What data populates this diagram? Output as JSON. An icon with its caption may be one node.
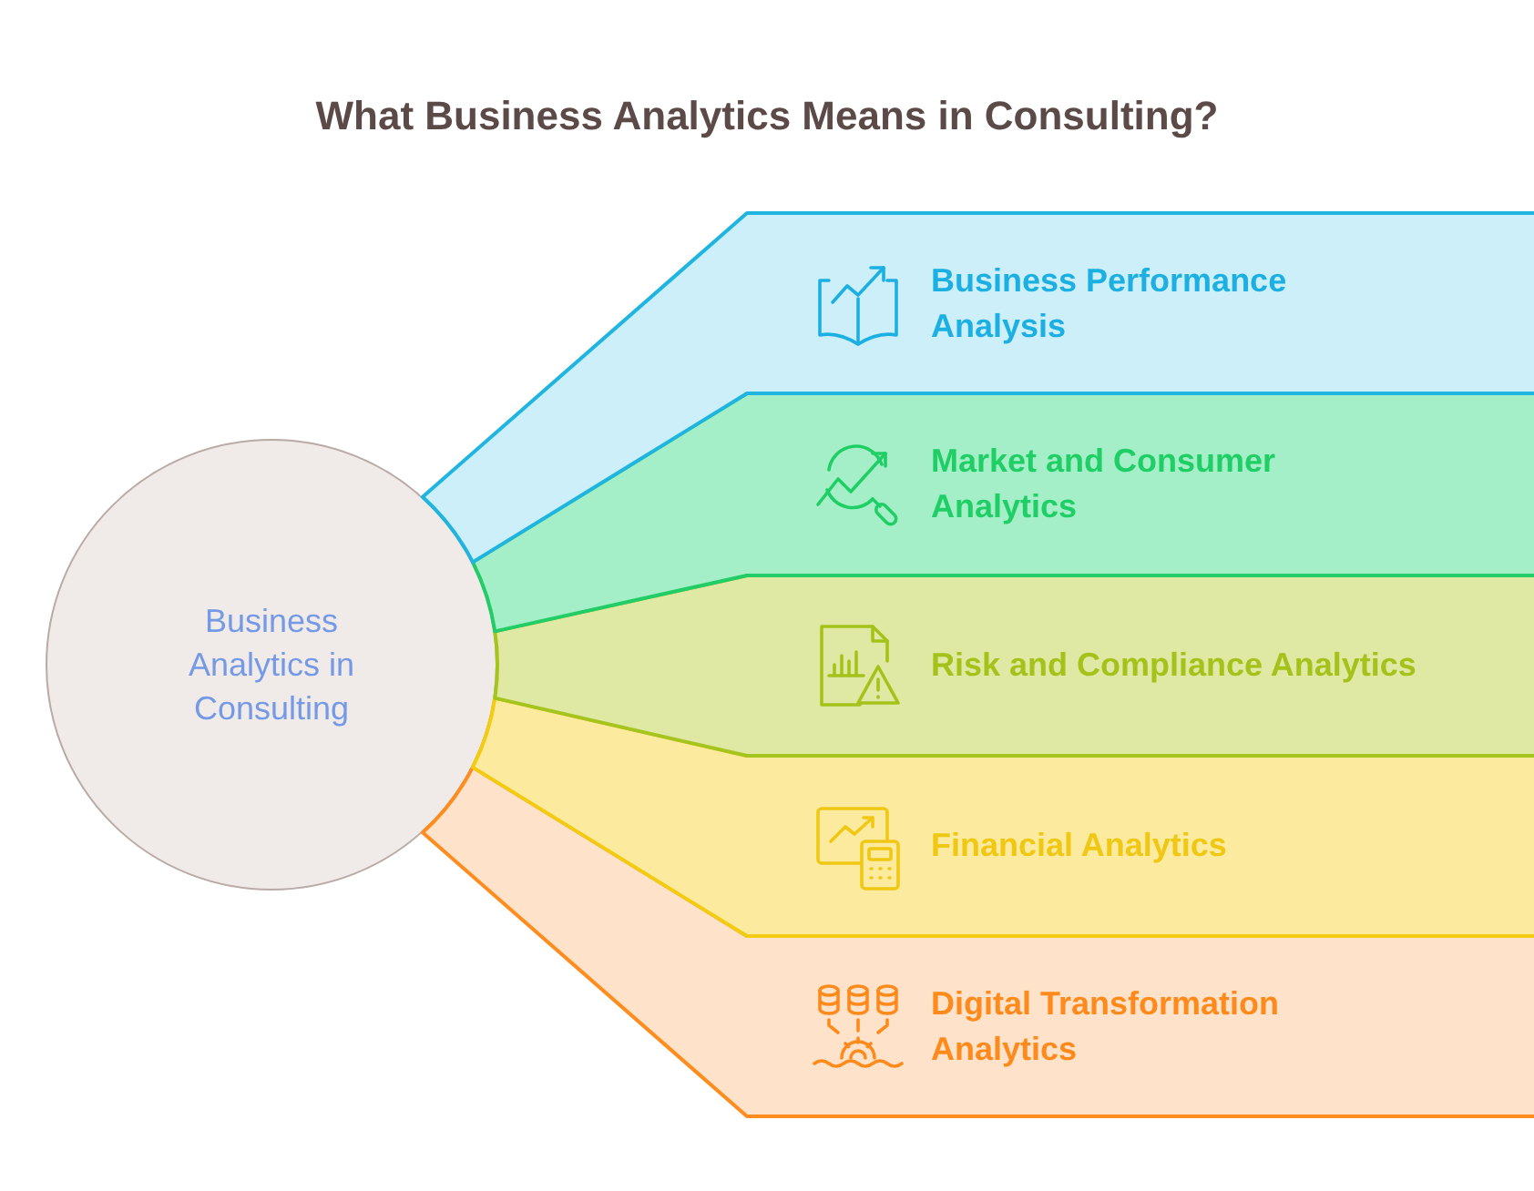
{
  "diagram": {
    "title": "What Business Analytics Means in Consulting?",
    "nodes": [
      {
        "text": [
          "Business Analytics in Consulting"
        ]
      },
      {
        "text": [
          "Business Performance Analysis"
        ]
      },
      {
        "text": [
          "Market and Consumer Analytics"
        ]
      },
      {
        "text": [
          "Risk and Compliance Analytics"
        ]
      },
      {
        "text": [
          "Financial Analytics"
        ]
      },
      {
        "text": [
          "Digital Transformation Analytics"
        ]
      }
    ]
  }
}
